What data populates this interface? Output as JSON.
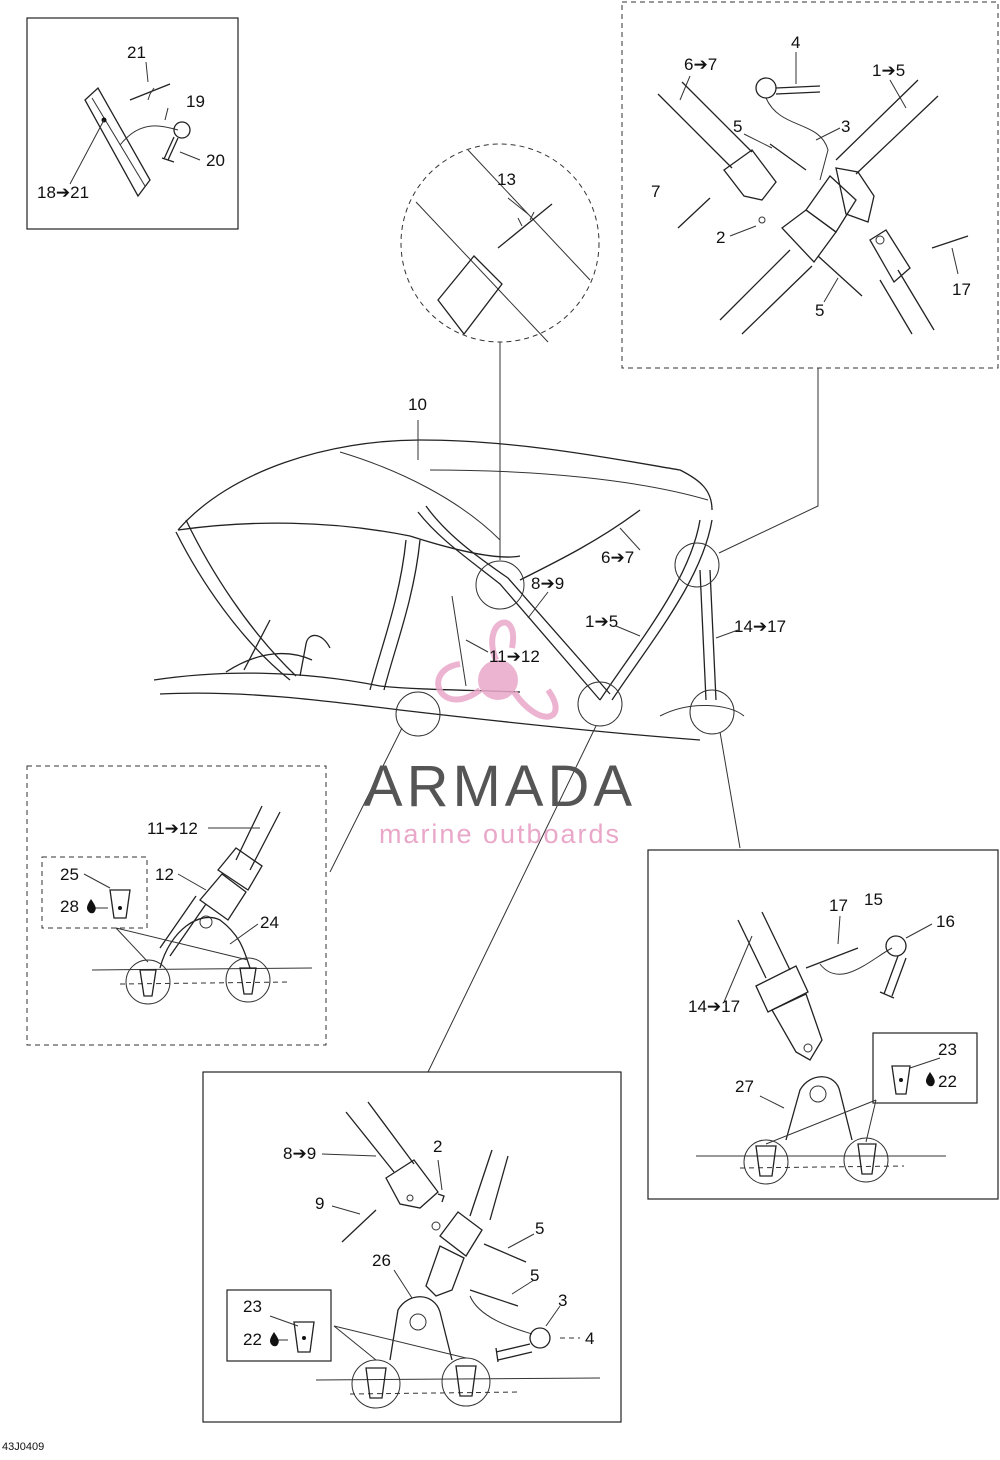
{
  "diagram": {
    "drawing_code": "43J0409",
    "watermark": {
      "brand": "ARMADA",
      "tagline": "marine outboards",
      "logo_color": "#e9a8c9",
      "text_color": "#555555"
    },
    "callouts": {
      "c10": "10",
      "c13": "13",
      "c6to7_main": "6➔7",
      "c8to9_main": "8➔9",
      "c1to5_main": "1➔5",
      "c14to17_main": "14➔17",
      "c11to12_main": "11➔12",
      "tl_21": "21",
      "tl_19": "19",
      "tl_20": "20",
      "tl_18to21": "18➔21",
      "tr_4": "4",
      "tr_6to7": "6➔7",
      "tr_1to5": "1➔5",
      "tr_5a": "5",
      "tr_3": "3",
      "tr_7": "7",
      "tr_2": "2",
      "tr_17": "17",
      "tr_5b": "5",
      "ml_11to12": "11➔12",
      "ml_25": "25",
      "ml_28": "28",
      "ml_12": "12",
      "ml_24": "24",
      "mr_17": "17",
      "mr_15": "15",
      "mr_16": "16",
      "mr_14to17": "14➔17",
      "mr_23": "23",
      "mr_22": "22",
      "mr_27": "27",
      "bc_2": "2",
      "bc_8to9": "8➔9",
      "bc_9": "9",
      "bc_5a": "5",
      "bc_26": "26",
      "bc_5b": "5",
      "bc_3": "3",
      "bc_23": "23",
      "bc_22": "22",
      "bc_4": "4"
    }
  }
}
